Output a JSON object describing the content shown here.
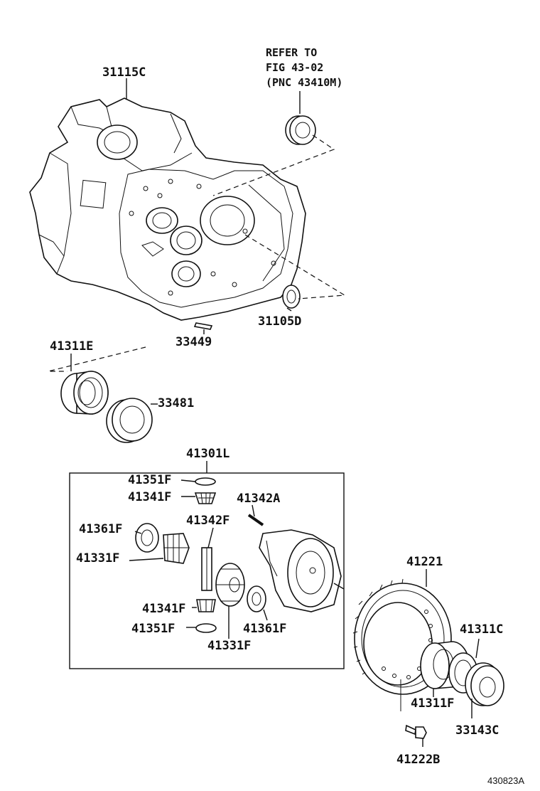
{
  "labels": {
    "case": "31115C",
    "refer_line1": "REFER TO",
    "refer_line2": "FIG 43-02",
    "refer_line3": "(PNC 43410M)",
    "seal_right": "31105D",
    "plate": "33449",
    "bearing_left": "41311E",
    "shim_left": "33481",
    "diff_assy": "41301L",
    "washer_top": "41351F",
    "gear_top": "41341F",
    "pin": "41342A",
    "shaft": "41342F",
    "thrust_left": "41361F",
    "side_gear_left": "41331F",
    "gear_bottom": "41341F",
    "washer_bottom": "41351F",
    "thrust_right": "41361F",
    "side_gear_right": "41331F",
    "ring_gear": "41221",
    "bearing_right_c": "41311C",
    "bearing_right_f": "41311F",
    "shim_right": "33143C",
    "bolt": "41222B"
  },
  "figure_code": "430823A"
}
